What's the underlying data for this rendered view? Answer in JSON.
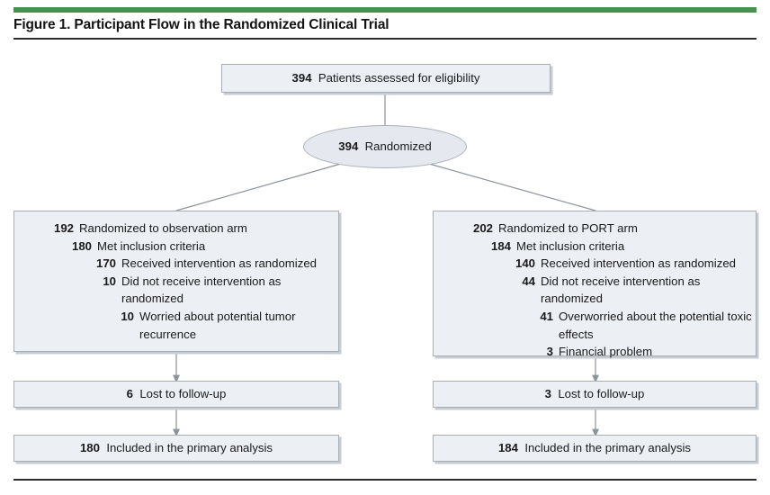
{
  "figure": {
    "title": "Figure 1. Participant Flow in the Randomized Clinical Trial",
    "accent_green": "#4a9050",
    "box_fill": "#eceff4",
    "box_border": "#a9aeb6",
    "connector_color": "#8d939c"
  },
  "chart_data": {
    "type": "diagram",
    "title": "Figure 1. Participant Flow in the Randomized Clinical Trial",
    "diagram_kind": "consort-participant-flow",
    "nodes": [
      {
        "id": "assessed",
        "shape": "rect",
        "number": "394",
        "text": "Patients assessed for eligibility"
      },
      {
        "id": "randomized",
        "shape": "ellipse",
        "number": "394",
        "text": "Randomized"
      },
      {
        "id": "observation_arm",
        "shape": "rect",
        "arm": "observation"
      },
      {
        "id": "port_arm",
        "shape": "rect",
        "arm": "port"
      },
      {
        "id": "obs_lost",
        "shape": "rect",
        "number": "6",
        "text": "Lost to follow-up"
      },
      {
        "id": "port_lost",
        "shape": "rect",
        "number": "3",
        "text": "Lost to follow-up"
      },
      {
        "id": "obs_analysis",
        "shape": "rect",
        "number": "180",
        "text": "Included in the primary analysis"
      },
      {
        "id": "port_analysis",
        "shape": "rect",
        "number": "184",
        "text": "Included in the primary analysis"
      }
    ],
    "edges": [
      {
        "from": "assessed",
        "to": "randomized",
        "arrow": false
      },
      {
        "from": "randomized",
        "to": "observation_arm",
        "arrow": false
      },
      {
        "from": "randomized",
        "to": "port_arm",
        "arrow": false
      },
      {
        "from": "observation_arm",
        "to": "obs_lost",
        "arrow": true
      },
      {
        "from": "obs_lost",
        "to": "obs_analysis",
        "arrow": true
      },
      {
        "from": "port_arm",
        "to": "port_lost",
        "arrow": true
      },
      {
        "from": "port_lost",
        "to": "port_analysis",
        "arrow": true
      }
    ]
  },
  "top_box": {
    "number": "394",
    "text": "Patients assessed for eligibility"
  },
  "randomized_ellipse": {
    "number": "394",
    "text": "Randomized"
  },
  "observation_arm": {
    "rows": [
      {
        "level": 0,
        "number": "192",
        "text": "Randomized to observation arm"
      },
      {
        "level": 1,
        "number": "180",
        "text": "Met inclusion criteria"
      },
      {
        "level": 2,
        "number": "170",
        "text": "Received intervention as randomized"
      },
      {
        "level": 2,
        "number": "10",
        "text": "Did not receive intervention as randomized"
      },
      {
        "level": 3,
        "number": "10",
        "text": "Worried about potential tumor recurrence"
      }
    ]
  },
  "port_arm": {
    "rows": [
      {
        "level": 0,
        "number": "202",
        "text": "Randomized to PORT arm"
      },
      {
        "level": 1,
        "number": "184",
        "text": "Met inclusion criteria"
      },
      {
        "level": 2,
        "number": "140",
        "text": "Received intervention as randomized"
      },
      {
        "level": 2,
        "number": "44",
        "text": "Did not receive intervention as randomized"
      },
      {
        "level": 3,
        "number": "41",
        "text": "Overworried about the potential toxic effects"
      },
      {
        "level": 3,
        "number": "3",
        "text": "Financial problem"
      }
    ]
  },
  "observation_lost": {
    "number": "6",
    "text": "Lost to follow-up"
  },
  "port_lost": {
    "number": "3",
    "text": "Lost to follow-up"
  },
  "observation_analysis": {
    "number": "180",
    "text": "Included in the primary analysis"
  },
  "port_analysis": {
    "number": "184",
    "text": "Included in the primary analysis"
  }
}
